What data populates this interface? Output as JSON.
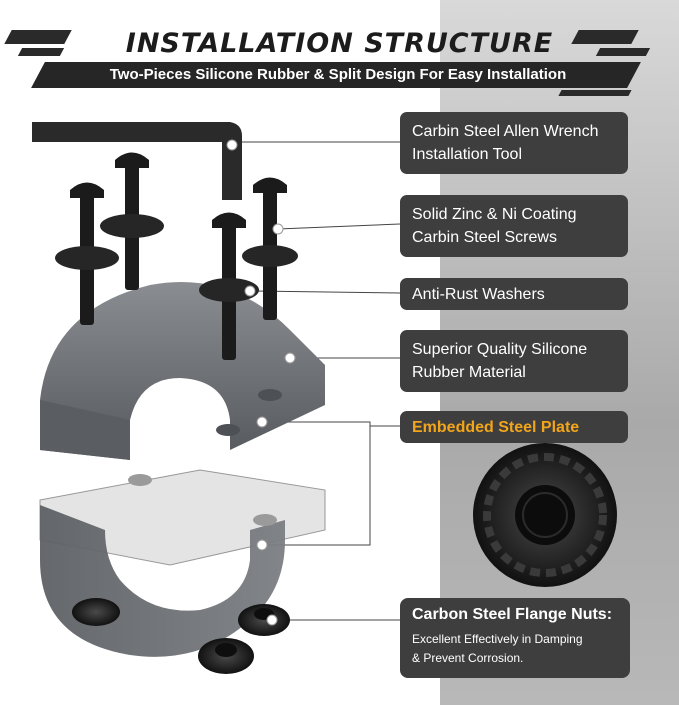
{
  "header": {
    "title": "INSTALLATION STRUCTURE",
    "subtitle": "Two-Pieces Silicone Rubber & Split Design For Easy Installation"
  },
  "callouts": [
    {
      "line1": "Carbin Steel Allen Wrench",
      "line2": "Installation Tool"
    },
    {
      "line1": "Solid Zinc & Ni Coating",
      "line2": "Carbin Steel Screws"
    },
    {
      "line1": "Anti-Rust Washers",
      "line2": ""
    },
    {
      "line1": "Superior Quality Silicone",
      "line2": "Rubber Material"
    },
    {
      "line1": "Embedded Steel Plate",
      "line2": ""
    }
  ],
  "nuts": {
    "title": "Carbon Steel Flange Nuts:",
    "desc1": "Excellent Effectively in Damping",
    "desc2": "& Prevent Corrosion."
  },
  "colors": {
    "label_bg": "#3e3e3e",
    "highlight": "#f2a51a",
    "rubber": "#6b6e72",
    "steel": "#1a1a1a"
  }
}
